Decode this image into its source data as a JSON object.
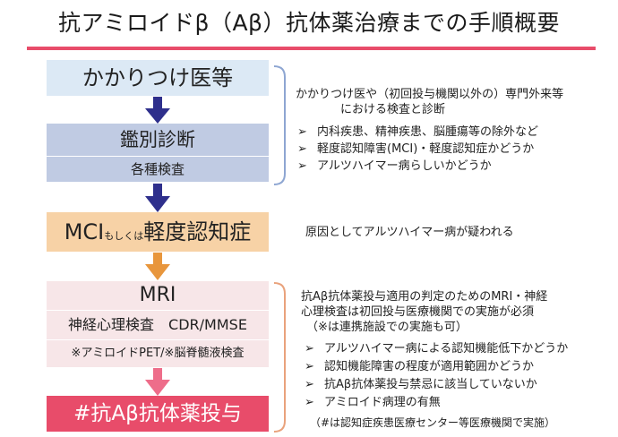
{
  "title": "抗アミロイドβ（Aβ）抗体薬治療までの手順概要",
  "flow": {
    "step1": "かかりつけ医等",
    "step2a": "鑑別診断",
    "step2b": "各種検査",
    "step3_main1": "MCI",
    "step3_small": "もしくは",
    "step3_main2": "軽度認知症",
    "step4a": "MRI",
    "step4b": "神経心理検査　CDR/MMSE",
    "step4c": "※アミロイドPET/※脳脊髄液検査",
    "step5": "#抗Aβ抗体薬投与"
  },
  "notes": {
    "n1_line1": "かかりつけ医や（初回投与機関以外の）専門外来等",
    "n1_line2": "における検査と診断",
    "n1_bullets": [
      "内科疾患、精神疾患、脳腫瘍等の除外など",
      "軽度認知障害(MCI)・軽度認知症かどうか",
      "アルツハイマー病らしいかどうか"
    ],
    "n2": "原因としてアルツハイマー病が疑われる",
    "n3_line1": "抗Aβ抗体薬投与適用の判定のためのMRI・神経",
    "n3_line2": "心理検査は初回投与医療機関での実施が必須",
    "n3_line3": "（※は連携施設での実施も可）",
    "n3_bullets": [
      "アルツハイマー病による認知機能低下かどうか",
      "認知機能障害の程度が適用範囲かどうか",
      "抗Aβ抗体薬投与禁忌に該当していないか",
      "アミロイド病理の有無"
    ],
    "n3_footer": "（#は認知症疾患医療センター等医療機関で実施）",
    "bullet_mark": "➢"
  },
  "colors": {
    "accent": "#e84c6a",
    "blue_light": "#dce9f5",
    "blue_mid": "#c0cbe3",
    "navy_arrow": "#2e2f8c",
    "orange_box": "#f7d2a6",
    "orange_arrow": "#e8963c",
    "pink_box": "#f7e6e8",
    "pink_arrow": "#ee6d8a",
    "bracket_blue": "#8ea6d2",
    "bracket_orange": "#e9a27c"
  }
}
